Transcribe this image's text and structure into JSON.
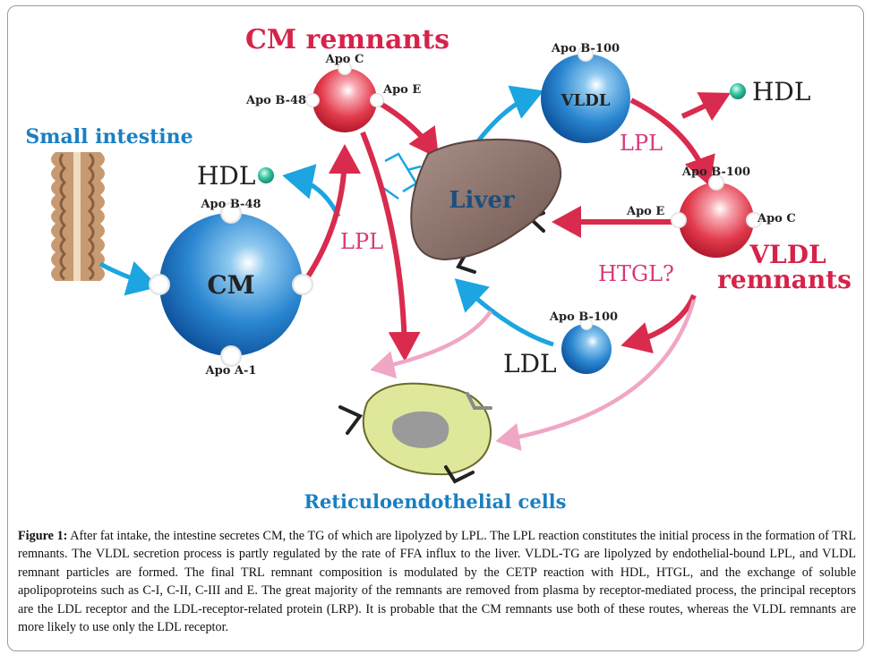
{
  "colors": {
    "blue_label": "#1a7fc2",
    "red_label": "#d5234a",
    "pink_label": "#d63a7a",
    "blue_arrow": "#1ca5e0",
    "red_arrow": "#d92b4e",
    "pink_arrow": "#f0a6c5",
    "liver": "#8f746c",
    "cell_outer": "#dfe89a",
    "cell_inner": "#9a9a9a"
  },
  "labels": {
    "cm_remnants": "CM remnants",
    "apo_c_top": "Apo C",
    "apo_e_top": "Apo E",
    "apo_b48_left": "Apo B-48",
    "small_intestine": "Small intestine",
    "hdl_left": "HDL",
    "apo_b48_cm": "Apo B-48",
    "cm": "CM",
    "apo_a1": "Apo A-1",
    "lpl_middle": "LPL",
    "liver": "Liver",
    "apo_b100_vldl": "Apo B-100",
    "vldl": "VLDL",
    "hdl_right": "HDL",
    "lpl_right": "LPL",
    "apo_b100_remnant": "Apo B-100",
    "apo_e_remnant": "Apo E",
    "apo_c_remnant": "Apo C",
    "vldl_remnants_1": "VLDL",
    "vldl_remnants_2": "remnants",
    "htgl": "HTGL?",
    "apo_b100_ldl": "Apo B-100",
    "ldl": "LDL",
    "reticulo": "Reticuloendothelial cells"
  },
  "caption": {
    "lead": "Figure 1:",
    "text": " After fat intake, the intestine secretes CM, the TG of which are lipolyzed by LPL. The LPL reaction constitutes the initial process in the formation of TRL remnants. The VLDL secretion process is partly regulated by the rate of FFA influx to the liver. VLDL-TG are lipolyzed by endothelial-bound LPL, and VLDL remnant particles are formed. The final TRL remnant composition is modulated by the CETP reaction with HDL, HTGL, and the exchange of soluble apolipoproteins such as C-I, C-II, C-III and E. The great majority of the remnants are removed from plasma by receptor-mediated process, the principal receptors are the LDL receptor and the LDL-receptor-related protein (LRP). It is probable that the CM remnants use both of these routes, whereas the VLDL remnants are more likely to use only the LDL receptor."
  }
}
